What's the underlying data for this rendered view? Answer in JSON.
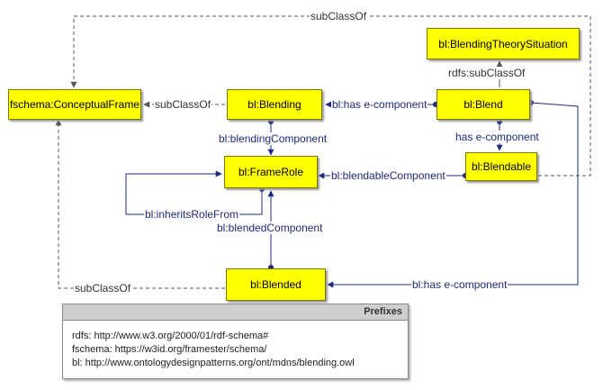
{
  "nodes": {
    "conceptual_frame": "fschema:ConceptualFrame",
    "blending": "bl:Blending",
    "blend": "bl:Blend",
    "theory_situation": "bl:BlendingTheorySituation",
    "frame_role": "bl:FrameRole",
    "blendable": "bl:Blendable",
    "blended": "bl:Blended"
  },
  "edges": {
    "top_subclass": "subClassOf",
    "blending_subclass": "subClassOf",
    "blended_subclass": "subClassOf",
    "rdfs_subclass": "rdfs:subClassOf",
    "blend_has_component": "bl:has e-component",
    "blend_to_blendable": "has e-component",
    "blending_component": "bl:blendingComponent",
    "blendable_component": "bl:blendableComponent",
    "inherits_role": "bl:inheritsRoleFrom",
    "blended_component": "bl:blendedComponent",
    "blended_has_component": "bl:has e-component"
  },
  "prefixes": {
    "title": "Prefixes",
    "lines": [
      "rdfs: http://www.w3.org/2000/01/rdf-schema#",
      "fschema: https://w3id.org/framester/schema/",
      "bl: http://www.ontologydesignpatterns.org/ont/mdns/blending.owl"
    ]
  },
  "colors": {
    "node_fill": "#ffff00",
    "object_property": "#1f2a7a",
    "subclass": "#555555"
  }
}
